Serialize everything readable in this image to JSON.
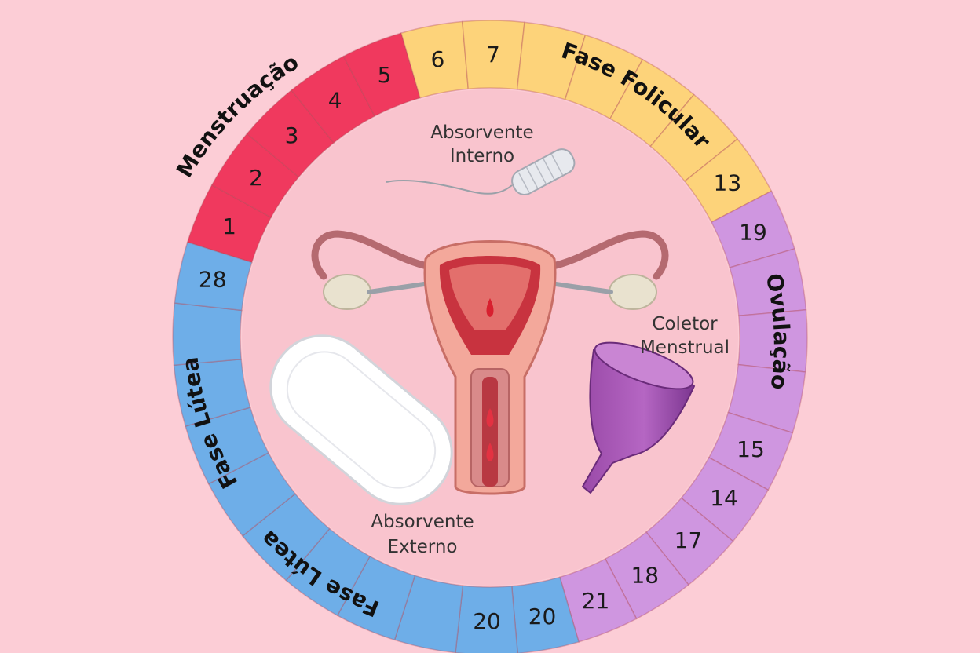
{
  "colors": {
    "background": "#fccdd6",
    "menstruation": "#f0395e",
    "follicular": "#fdd37a",
    "ovulation": "#cf96e0",
    "luteal": "#6eaee8",
    "ring_border": "#b34a5a"
  },
  "ring": {
    "segments": [
      {
        "phase": "menstruation",
        "label": "1"
      },
      {
        "phase": "menstruation",
        "label": "2"
      },
      {
        "phase": "menstruation",
        "label": "3"
      },
      {
        "phase": "menstruation",
        "label": "4"
      },
      {
        "phase": "menstruation",
        "label": "5"
      },
      {
        "phase": "follicular",
        "label": "6"
      },
      {
        "phase": "follicular",
        "label": "7"
      },
      {
        "phase": "follicular",
        "label": ""
      },
      {
        "phase": "follicular",
        "label": ""
      },
      {
        "phase": "follicular",
        "label": ""
      },
      {
        "phase": "follicular",
        "label": ""
      },
      {
        "phase": "follicular",
        "label": "13"
      },
      {
        "phase": "ovulation",
        "label": "19"
      },
      {
        "phase": "ovulation",
        "label": ""
      },
      {
        "phase": "ovulation",
        "label": ""
      },
      {
        "phase": "ovulation",
        "label": ""
      },
      {
        "phase": "ovulation",
        "label": "15"
      },
      {
        "phase": "ovulation",
        "label": "14"
      },
      {
        "phase": "ovulation",
        "label": "17"
      },
      {
        "phase": "ovulation",
        "label": "18"
      },
      {
        "phase": "ovulation",
        "label": "21"
      },
      {
        "phase": "luteal",
        "label": "20"
      },
      {
        "phase": "luteal",
        "label": "20"
      },
      {
        "phase": "luteal",
        "label": ""
      },
      {
        "phase": "luteal",
        "label": ""
      },
      {
        "phase": "luteal",
        "label": ""
      },
      {
        "phase": "luteal",
        "label": ""
      },
      {
        "phase": "luteal",
        "label": ""
      },
      {
        "phase": "luteal",
        "label": ""
      },
      {
        "phase": "luteal",
        "label": ""
      },
      {
        "phase": "luteal",
        "label": ""
      },
      {
        "phase": "luteal",
        "label": "28"
      }
    ],
    "phase_labels": {
      "menstruation": "Menstruação",
      "follicular": "Fase Folicular",
      "ovulation": "Ovulação",
      "luteal_left": "Fase Lútea",
      "luteal_bottom": "Fase Lútea"
    }
  },
  "items": {
    "tampon": [
      "Absorvente",
      "Interno"
    ],
    "cup": [
      "Coletor",
      "Menstrual"
    ],
    "pad": [
      "Absorvente",
      "Externo"
    ]
  }
}
